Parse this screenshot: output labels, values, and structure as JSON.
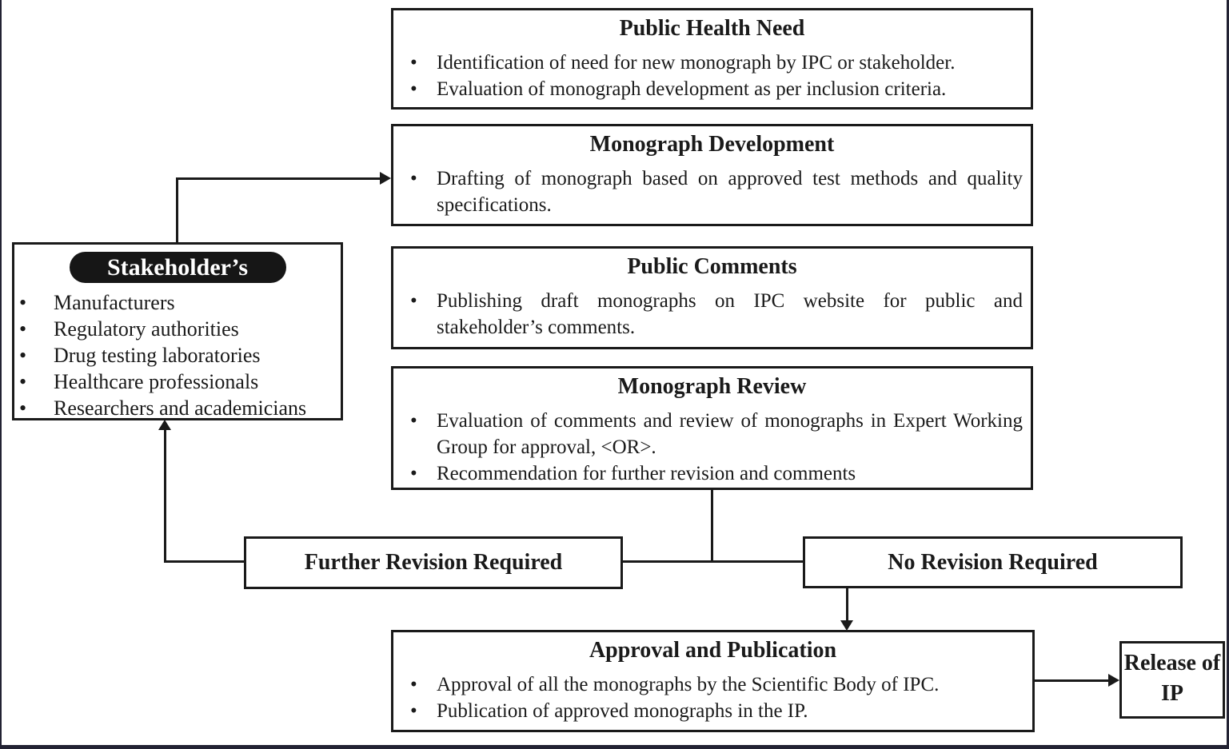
{
  "bullet_char": "•",
  "colors": {
    "ink": "#1a1a1a",
    "frame": "#222233",
    "pill_bg": "#161616",
    "pill_text": "#ffffff",
    "background": "#ffffff"
  },
  "boxes": {
    "public_health_need": {
      "title": "Public Health Need",
      "bullets": [
        "Identification of need for new monograph by IPC or stakeholder.",
        "Evaluation of monograph development as per inclusion criteria."
      ]
    },
    "monograph_development": {
      "title": "Monograph Development",
      "bullets": [
        "Drafting of monograph based on approved test methods and quality specifications."
      ]
    },
    "public_comments": {
      "title": "Public Comments",
      "bullets": [
        "Publishing draft monographs on IPC website for public and stakeholder’s comments."
      ]
    },
    "monograph_review": {
      "title": "Monograph Review",
      "bullets": [
        "Evaluation of comments and review of monographs in Expert Working Group for approval, <OR>.",
        "Recommendation for further revision and comments"
      ]
    },
    "stakeholders": {
      "title": "Stakeholder’s",
      "bullets": [
        "Manufacturers",
        "Regulatory authorities",
        "Drug testing laboratories",
        "Healthcare professionals",
        "Researchers and academicians"
      ]
    },
    "further_revision": {
      "label": "Further Revision Required"
    },
    "no_revision": {
      "label": "No Revision Required"
    },
    "approval_publication": {
      "title": "Approval and Publication",
      "bullets": [
        "Approval of all the monographs by the Scientific Body of IPC.",
        "Publication of approved monographs in the IP."
      ]
    },
    "release_of_ip": {
      "label": "Release of IP"
    }
  }
}
